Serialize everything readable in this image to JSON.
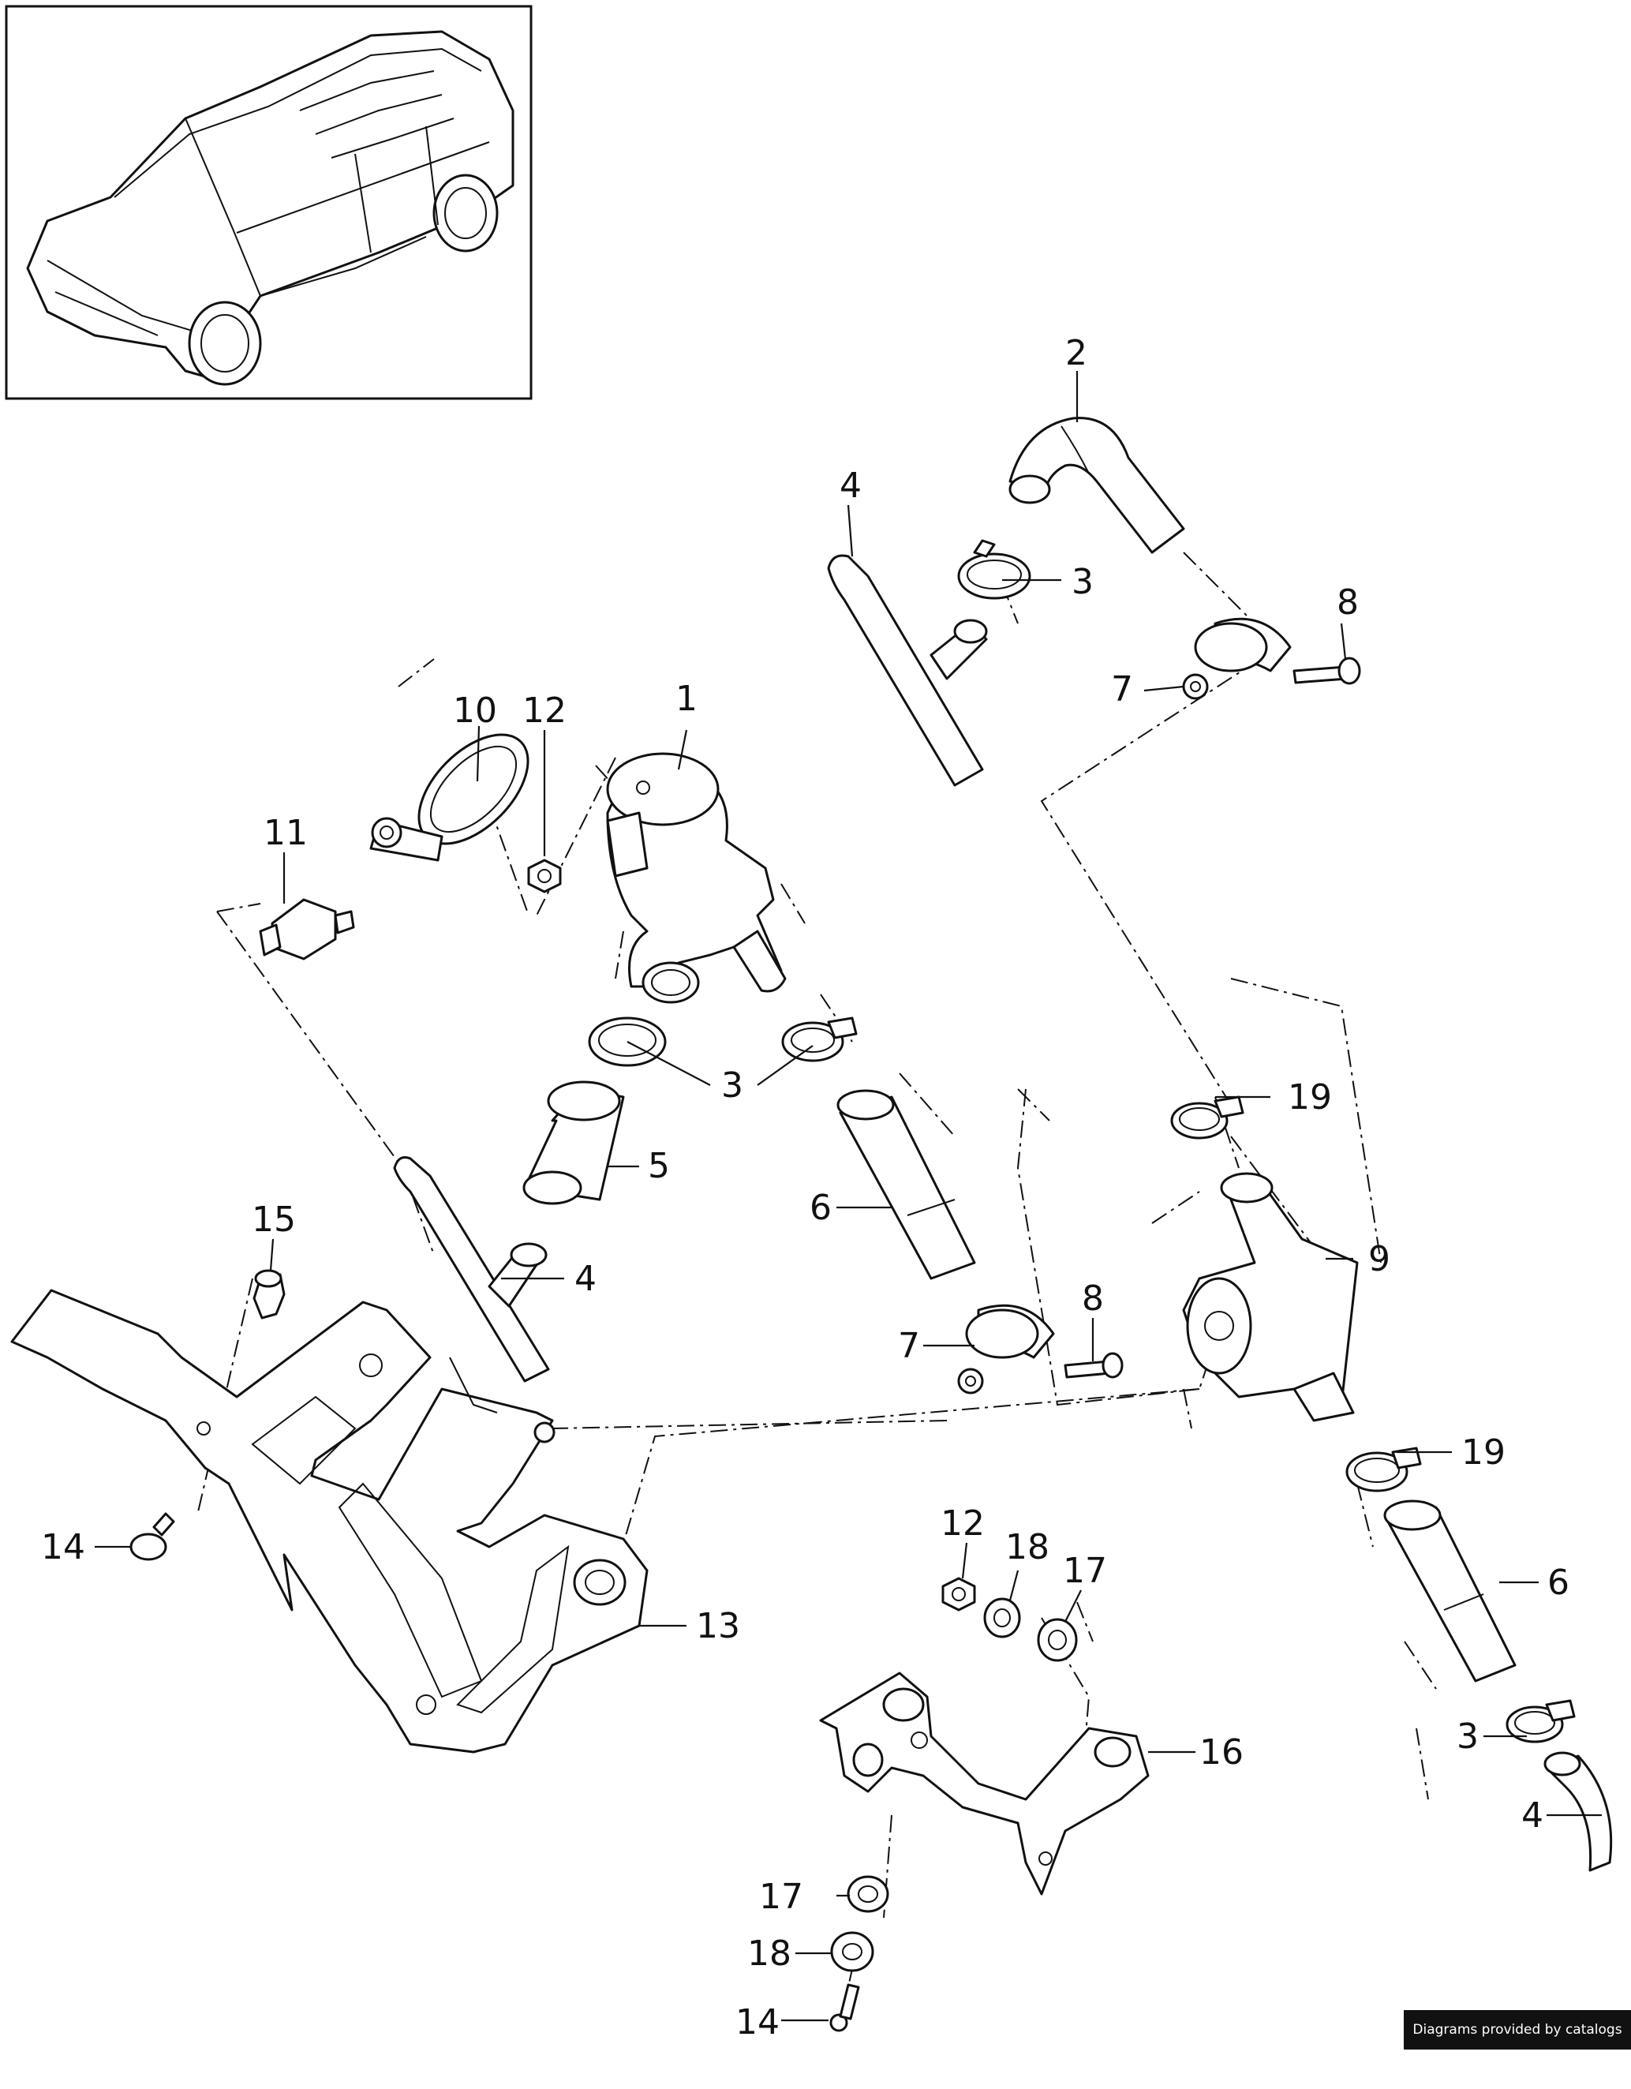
{
  "callouts": {
    "c1": "1",
    "c2": "2",
    "c3": "3",
    "c4": "4",
    "c5": "5",
    "c6": "6",
    "c7": "7",
    "c8": "8",
    "c9": "9",
    "c10": "10",
    "c11": "11",
    "c12": "12",
    "c13": "13",
    "c14": "14",
    "c15": "15",
    "c16": "16",
    "c17": "17",
    "c18": "18",
    "c19": "19"
  },
  "credit": "Diagrams provided by catalogs parts"
}
